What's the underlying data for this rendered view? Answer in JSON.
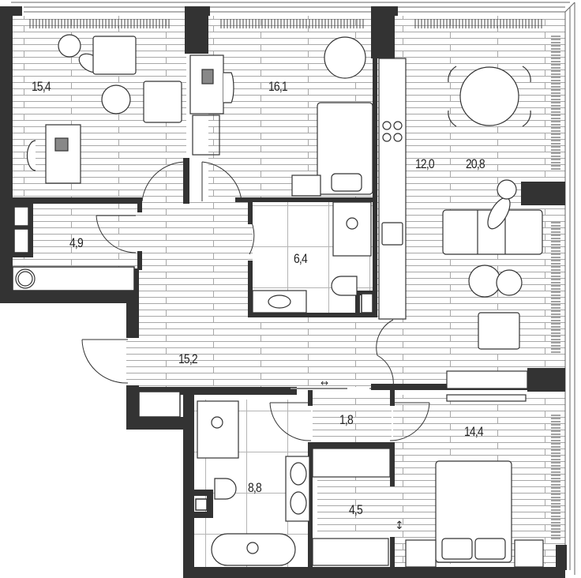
{
  "plan": {
    "type": "apartment-floor-plan",
    "units": "m²",
    "colors": {
      "wall": "#333333",
      "line": "#555555",
      "floor_line": "#9a9a9a",
      "background": "#ffffff",
      "text": "#222222"
    }
  },
  "rooms": [
    {
      "id": "bedroom-office",
      "area": "15,4",
      "icon": "armchairs-desk-plant"
    },
    {
      "id": "bedroom-kids",
      "area": "16,1",
      "icon": "bed-desk-chair"
    },
    {
      "id": "kitchen",
      "area": "12,0",
      "icon": "stove-oven-sink-fridge"
    },
    {
      "id": "living-dining",
      "area": "20,8",
      "icon": "dining-table-sofa"
    },
    {
      "id": "laundry",
      "area": "4,9",
      "icon": "washer-wardrobe"
    },
    {
      "id": "bathroom-small",
      "area": "6,4",
      "icon": "shower-toilet-sink"
    },
    {
      "id": "hallway",
      "area": "15,2",
      "icon": "shoes"
    },
    {
      "id": "corridor",
      "area": "1,8",
      "icon": ""
    },
    {
      "id": "bathroom-main",
      "area": "8,8",
      "icon": "bath-shower-double-sink"
    },
    {
      "id": "walk-in-closet",
      "area": "4,5",
      "icon": "wardrobe"
    },
    {
      "id": "bedroom-master",
      "area": "14,4",
      "icon": "double-bed"
    }
  ],
  "symbols": {
    "sliding_arrow": "↔",
    "sliding_arrow_vertical": "↕"
  }
}
